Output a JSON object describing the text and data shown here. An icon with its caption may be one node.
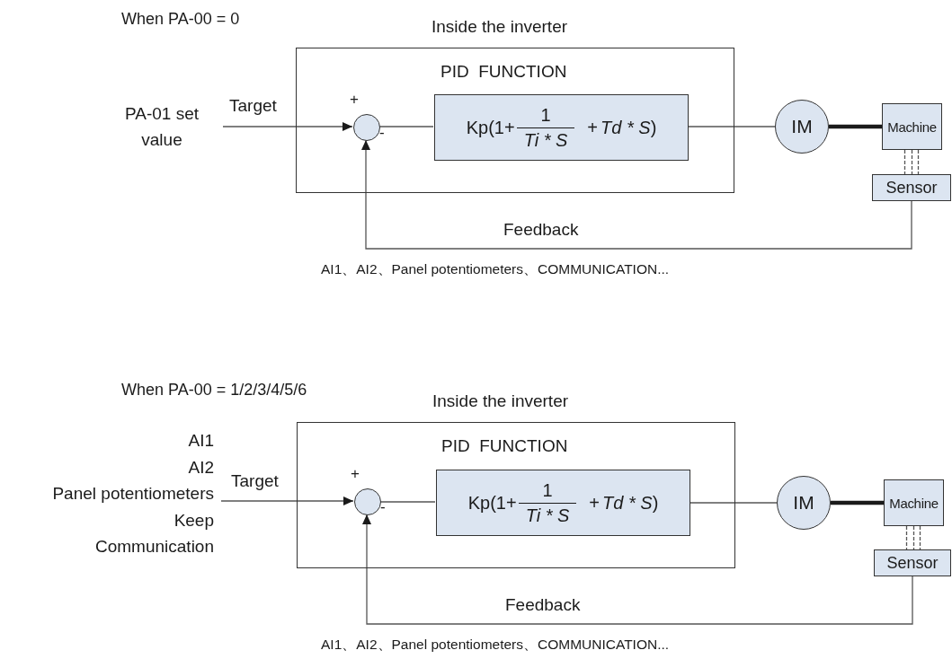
{
  "diagram": {
    "nodes": [
      {
        "text": [
          "PA-01 set value"
        ]
      },
      {
        "text": [
          "Inside the inverter",
          "PID  FUNCTION"
        ]
      },
      {
        "text": [],
        "shape": "circle",
        "in": 1,
        "beside": [
          "+",
          "-"
        ]
      },
      {
        "text": [
          "Kp(1+",
          "1",
          "Ti * S",
          "+",
          "Td * S",
          ")"
        ],
        "in": 1
      },
      {
        "text": [
          "IM"
        ]
      },
      {
        "text": [
          "Machine"
        ]
      },
      {
        "text": [
          "Sensor"
        ]
      },
      {
        "text": [
          "AI1",
          "AI2",
          "Panel potentiometers",
          "Keep",
          "Communication"
        ]
      },
      {
        "text": [
          "Inside the inverter",
          "PID  FUNCTION"
        ]
      },
      {
        "text": [],
        "shape": "circle",
        "in": 8,
        "beside": [
          "+",
          "-"
        ]
      },
      {
        "text": [
          "Kp(1+",
          "1",
          "Ti * S",
          "+",
          "Td * S",
          ")"
        ],
        "in": 8
      },
      {
        "text": [
          "IM"
        ]
      },
      {
        "text": [
          "Machine"
        ]
      },
      {
        "text": [
          "Sensor"
        ]
      }
    ],
    "edges": [
      {
        "from": 0,
        "to": 2,
        "arrow": "to",
        "label": "Target"
      },
      {
        "from": 2,
        "to": 3,
        "arrow": "none"
      },
      {
        "from": 3,
        "to": 4,
        "arrow": "none"
      },
      {
        "from": 4,
        "to": 5,
        "arrow": "none",
        "style": "thick"
      },
      {
        "from": 5,
        "to": 6,
        "arrow": "none",
        "style": "dashed"
      },
      {
        "from": 6,
        "to": 2,
        "arrow": "to",
        "label": "Feedback"
      },
      {
        "from": 7,
        "to": 9,
        "arrow": "to",
        "label": "Target"
      },
      {
        "from": 9,
        "to": 10,
        "arrow": "none"
      },
      {
        "from": 10,
        "to": 11,
        "arrow": "none"
      },
      {
        "from": 11,
        "to": 12,
        "arrow": "none",
        "style": "thick"
      },
      {
        "from": 12,
        "to": 13,
        "arrow": "none",
        "style": "dashed"
      },
      {
        "from": 13,
        "to": 9,
        "arrow": "to",
        "label": "Feedback"
      }
    ],
    "labels": [
      "When PA-00 = 0",
      "AI1、AI2、Panel potentiometers、COMMUNICATION...",
      "When PA-00 = 1/2/3/4/5/6",
      "AI1、AI2、Panel potentiometers、COMMUNICATION..."
    ]
  }
}
